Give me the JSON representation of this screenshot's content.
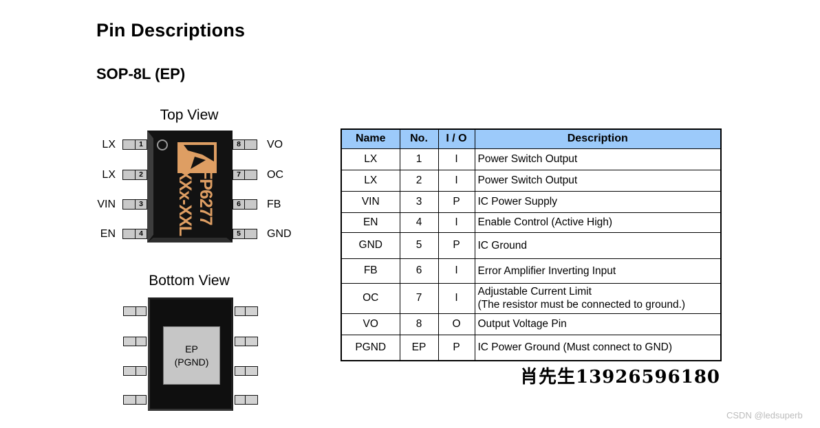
{
  "page": {
    "title": "Pin Descriptions",
    "subtitle": "SOP-8L (EP)"
  },
  "top_view": {
    "title": "Top View",
    "marking_line1": "FP6277",
    "marking_line2": "XXx-XXL",
    "logo_icon": "fitipower-logo",
    "left_pins": [
      {
        "label": "LX",
        "number": "1"
      },
      {
        "label": "LX",
        "number": "2"
      },
      {
        "label": "VIN",
        "number": "3"
      },
      {
        "label": "EN",
        "number": "4"
      }
    ],
    "right_pins": [
      {
        "label": "VO",
        "number": "8"
      },
      {
        "label": "OC",
        "number": "7"
      },
      {
        "label": "FB",
        "number": "6"
      },
      {
        "label": "GND",
        "number": "5"
      }
    ]
  },
  "bottom_view": {
    "title": "Bottom View",
    "pad_line1": "EP",
    "pad_line2": "(PGND)"
  },
  "pin_table": {
    "headers": {
      "name": "Name",
      "no": "No.",
      "io": "I / O",
      "desc": "Description"
    },
    "rows": [
      {
        "name": "LX",
        "no": "1",
        "io": "I",
        "desc": "Power Switch Output"
      },
      {
        "name": "LX",
        "no": "2",
        "io": "I",
        "desc": "Power Switch Output"
      },
      {
        "name": "VIN",
        "no": "3",
        "io": "P",
        "desc": "IC Power Supply"
      },
      {
        "name": "EN",
        "no": "4",
        "io": "I",
        "desc": "Enable Control (Active High)"
      },
      {
        "name": "GND",
        "no": "5",
        "io": "P",
        "desc": "IC Ground"
      },
      {
        "name": "FB",
        "no": "6",
        "io": "I",
        "desc": "Error Amplifier Inverting Input"
      },
      {
        "name": "OC",
        "no": "7",
        "io": "I",
        "desc": "Adjustable Current Limit\n(The resistor must be connected to ground.)"
      },
      {
        "name": "VO",
        "no": "8",
        "io": "O",
        "desc": "Output Voltage Pin"
      },
      {
        "name": "PGND",
        "no": "EP",
        "io": "P",
        "desc": "IC Power Ground (Must connect to GND)"
      }
    ]
  },
  "contact": {
    "text": "肖先生13926596180"
  },
  "watermark": {
    "text": "CSDN @ledsuperb"
  },
  "colors": {
    "table_header_bg": "#9CCAFA",
    "chip_body": "#121212",
    "chip_marking_orange": "#DE9E63",
    "pin_gray": "#C9C9C9",
    "ep_pad_gray": "#C6C6C6",
    "watermark_gray": "#BBBBBB"
  }
}
